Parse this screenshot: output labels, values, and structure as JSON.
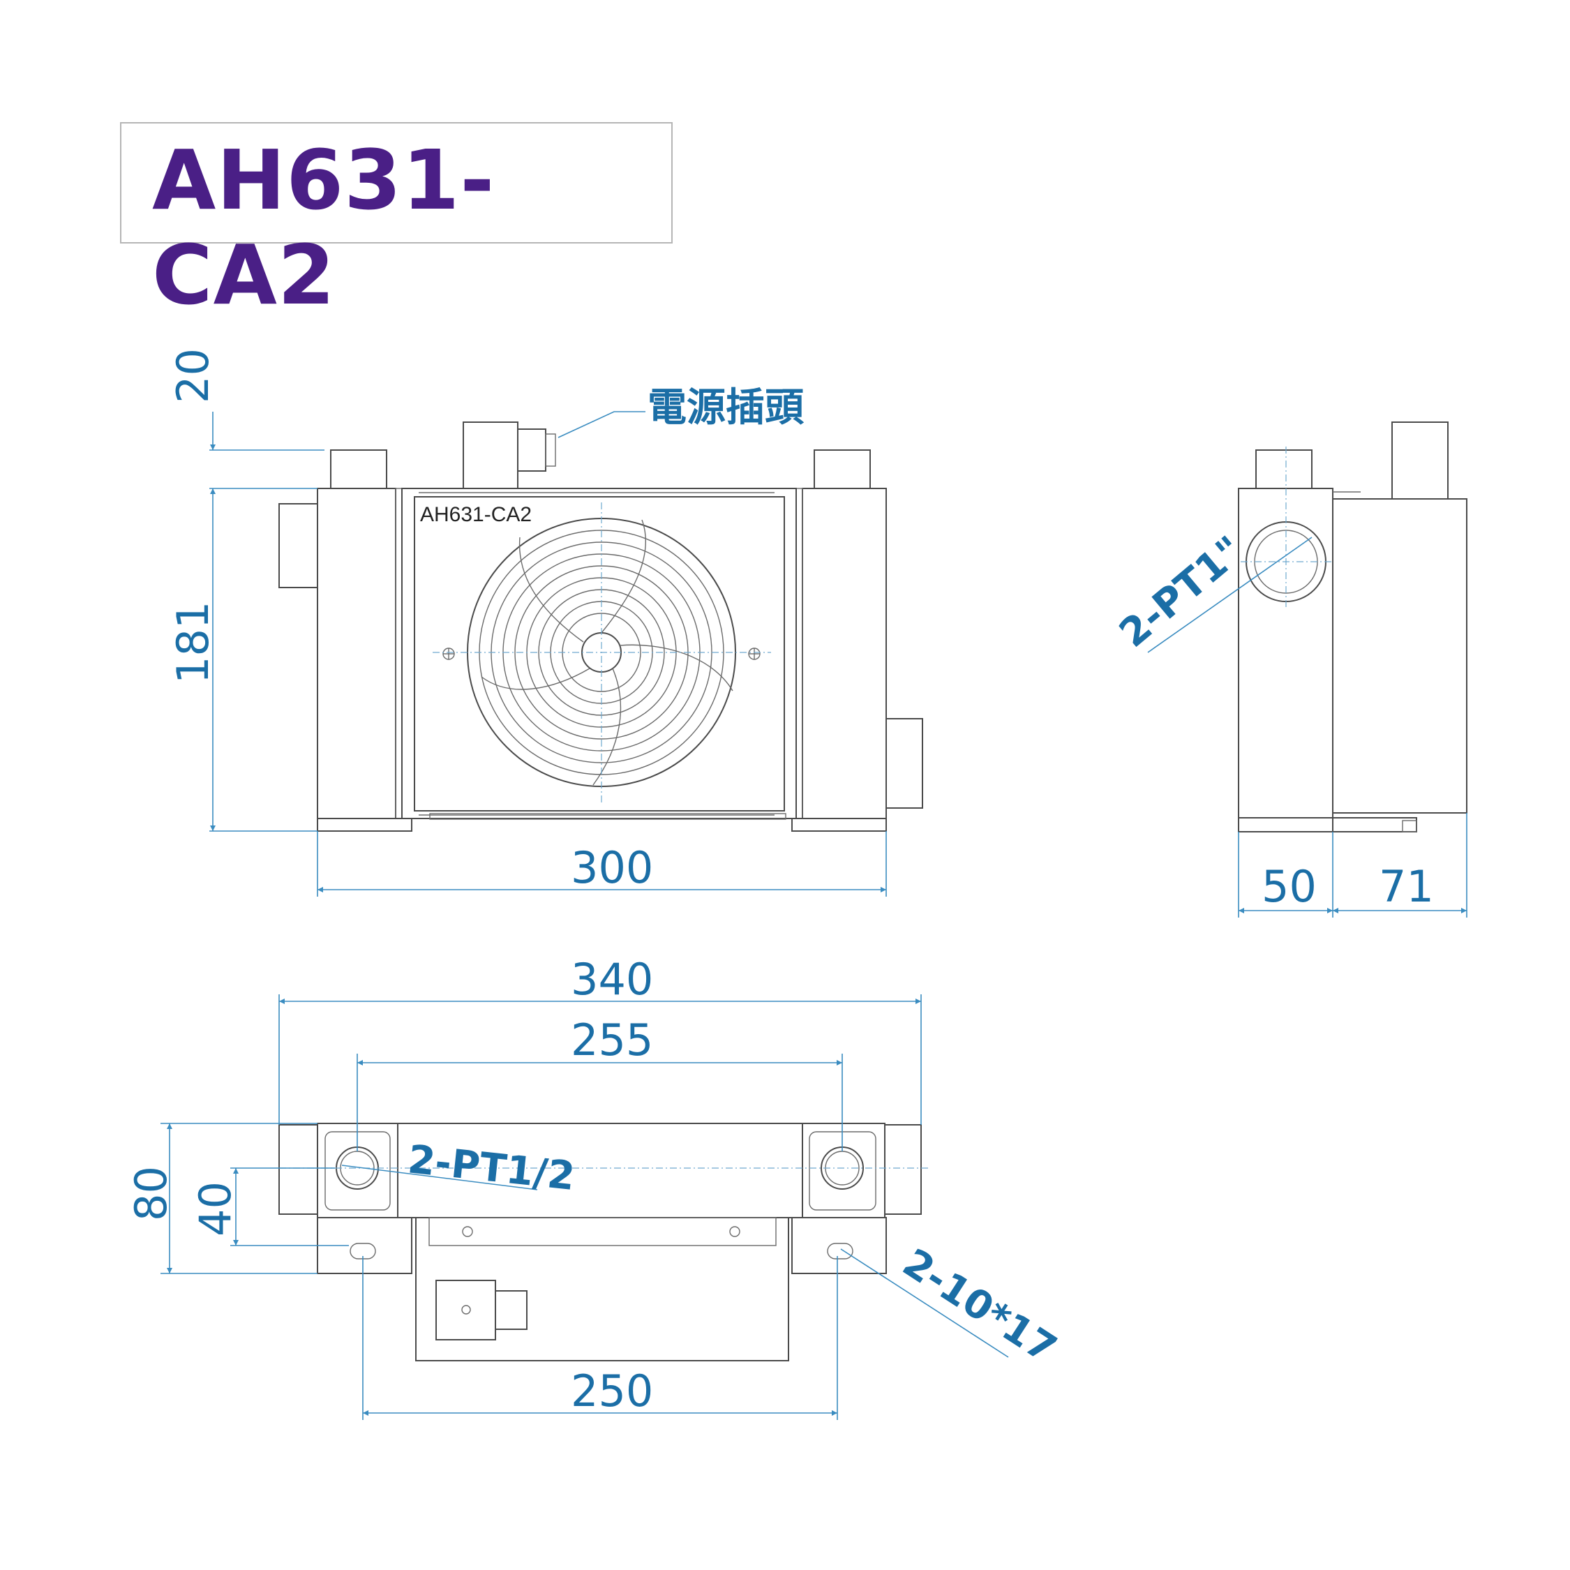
{
  "title": "AH631-CA2",
  "front_view": {
    "model_label": "AH631-CA2",
    "power_plug_label": "電源插頭",
    "dim_height_top": "20",
    "dim_height_body": "181",
    "dim_width": "300"
  },
  "side_view": {
    "port_label": "2-PT1\"",
    "dim_depth_a": "50",
    "dim_depth_b": "71"
  },
  "top_view": {
    "dim_overall_width": "340",
    "dim_port_spacing": "255",
    "dim_mount_spacing": "250",
    "dim_depth": "80",
    "dim_port_offset": "40",
    "port_label": "2-PT1/2",
    "slot_label": "2-10*17"
  },
  "colors": {
    "title": "#4a1f86",
    "dimension": "#1b6ea6",
    "outline": "#4a4a4a"
  }
}
